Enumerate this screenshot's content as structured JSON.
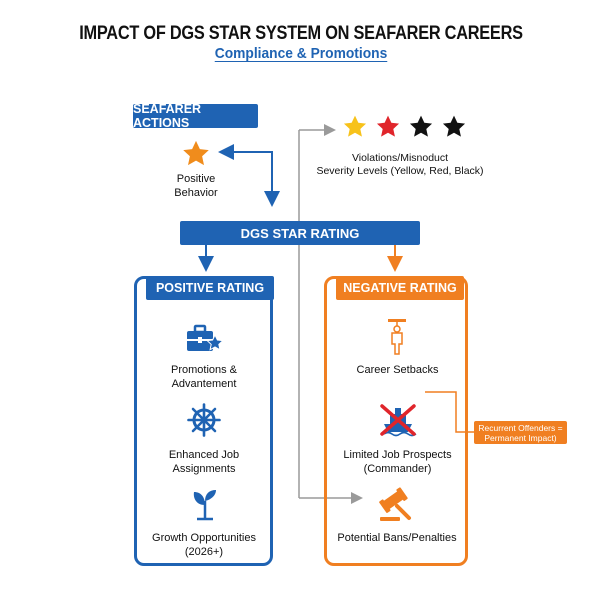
{
  "header": {
    "title": "IMPACT OF DGS STAR SYSTEM ON SEAFARER CAREERS",
    "subtitle": "Compliance & Promotions"
  },
  "seafarer_actions": {
    "label": "SEAFARER ACTIONS",
    "positive_behavior": "Positive\nBehavior"
  },
  "violations": {
    "line1": "Violations/Misnoduct",
    "line2": "Severity Levels (Yellow, Red, Black)",
    "stars": [
      {
        "name": "yellow",
        "color": "#f7c21a"
      },
      {
        "name": "red",
        "color": "#e0252b"
      },
      {
        "name": "black",
        "color": "#111111"
      },
      {
        "name": "black",
        "color": "#111111"
      }
    ]
  },
  "rating_bar": {
    "label": "DGS STAR RATING"
  },
  "positive": {
    "heading": "POSITIVE RATING",
    "items": [
      {
        "icon": "briefcase-star-icon",
        "label": "Promotions &\nAdvantement"
      },
      {
        "icon": "ship-wheel-icon",
        "label": "Enhanced Job\nAssignments"
      },
      {
        "icon": "plant-sprout-icon",
        "label": "Growth Opportunities\n(2026+)"
      }
    ]
  },
  "negative": {
    "heading": "NEGATIVE RATING",
    "items": [
      {
        "icon": "hanging-person-icon",
        "label": "Career Setbacks"
      },
      {
        "icon": "crossed-ship-icon",
        "label": "Limited Job Prospects\n(Commander)"
      },
      {
        "icon": "gavel-icon",
        "label": "Potential Bans/Penalties"
      }
    ],
    "note": "Recurrent Offenders =\nPermanent Impact)"
  },
  "colors": {
    "blue": "#1f63b3",
    "orange": "#f07f21",
    "gray": "#9a9a9a"
  }
}
